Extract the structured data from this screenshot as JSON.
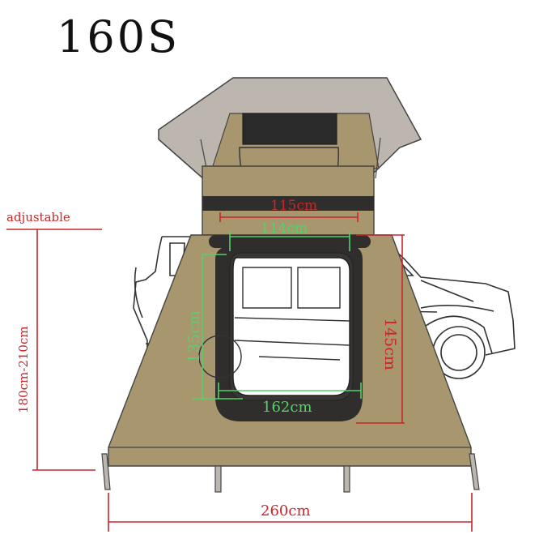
{
  "title": "160S",
  "labels": {
    "adjustable": "adjustable",
    "height_range": "180cm-210cm",
    "width_115": "115cm",
    "width_114": "114cm",
    "door_height": "135cm",
    "side_height": "145cm",
    "door_width": "162cm",
    "base_width": "260cm"
  },
  "colors": {
    "red_dimension": "#c8262b",
    "green_dimension": "#55d16a",
    "tent_fabric": "#a8966f",
    "rain_fly": "#bcb6ae",
    "frame_dark": "#2f2e2c"
  }
}
